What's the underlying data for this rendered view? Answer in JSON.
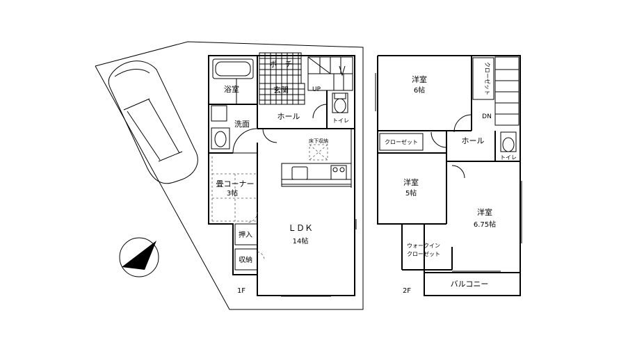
{
  "floor1": {
    "level": "1F",
    "rooms": {
      "bath": "浴室",
      "stairs_up": "UP",
      "entrance_porch": "ポーチ",
      "entrance": "玄関",
      "washroom": "洗面",
      "hall": "ホール",
      "toilet": "トイレ",
      "underfloor_storage": "床下収納",
      "tatami_corner": "畳コーナー",
      "tatami_size": "3帖",
      "closet_oshiire": "押入",
      "storage": "収納",
      "ldk": "ＬＤＫ",
      "ldk_size": "14帖"
    }
  },
  "floor2": {
    "level": "2F",
    "rooms": {
      "western_room_1": "洋室",
      "western_room_1_size": "6帖",
      "closet_1": "クローゼット",
      "stairs_down": "DN",
      "closet_2": "クローゼット",
      "hall": "ホール",
      "toilet": "トイレ",
      "western_room_2": "洋室",
      "western_room_2_size": "5帖",
      "western_room_3": "洋室",
      "western_room_3_size": "6.75帖",
      "walkin_closet_1": "ウォークイン",
      "walkin_closet_2": "クローゼット",
      "balcony": "バルコニー"
    }
  }
}
